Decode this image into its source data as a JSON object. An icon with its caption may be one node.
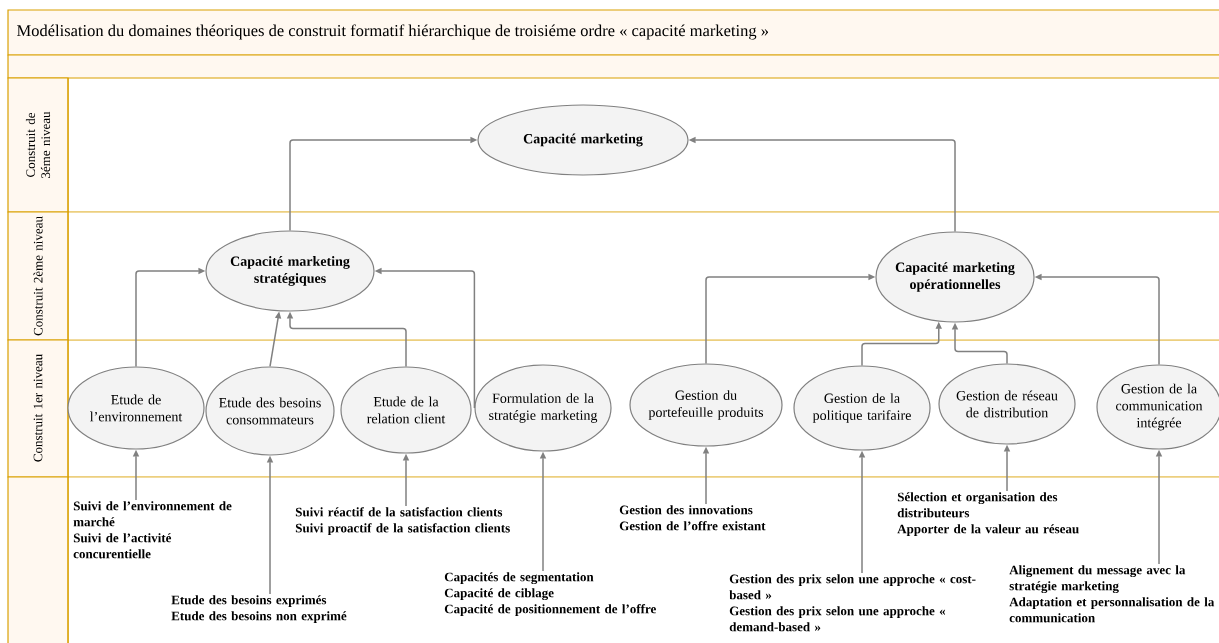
{
  "diagram": {
    "title": "Modélisation du domaines théoriques de construit formatif hiérarchique de troisiéme ordre « capacité marketing »",
    "nodes": [
      {
        "text": [
          "Capacité marketing"
        ]
      },
      {
        "text": [
          "Capacité marketing stratégiques"
        ]
      },
      {
        "text": [
          "Capacité marketing opérationnelles"
        ]
      },
      {
        "text": [
          "Etude de l’environnement"
        ]
      },
      {
        "text": [
          "Etude des besoins consommateurs"
        ]
      },
      {
        "text": [
          "Etude de la relation client"
        ]
      },
      {
        "text": [
          "Formulation de la stratégie marketing"
        ]
      },
      {
        "text": [
          "Gestion du portefeuille produits"
        ]
      },
      {
        "text": [
          "Gestion de la politique tarifaire"
        ]
      },
      {
        "text": [
          "Gestion de réseau de distribution"
        ]
      },
      {
        "text": [
          "Gestion de la communication intégrée"
        ]
      },
      {
        "text": [
          "Suivi de l’environnement de marché",
          "Suivi de l’activité concurentielle"
        ]
      },
      {
        "text": [
          "Etude des besoins exprimés",
          "Etude des besoins non exprimé"
        ]
      },
      {
        "text": [
          "Suivi réactif de la satisfaction clients",
          "Suivi proactif de la satisfaction clients"
        ]
      },
      {
        "text": [
          "Capacités de segmentation",
          "Capacité de ciblage",
          "Capacité de positionnement de l’offre"
        ]
      },
      {
        "text": [
          "Gestion des innovations",
          "Gestion de l’offre existant"
        ]
      },
      {
        "text": [
          "Gestion des prix selon une approche « cost-based »",
          "Gestion des prix selon une approche « demand-based »"
        ]
      },
      {
        "text": [
          "Sélection et organisation des distributeurs",
          "Apporter de la valeur au réseau"
        ]
      },
      {
        "text": [
          "Alignement du message avec la stratégie marketing",
          "Adaptation et personnalisation de la communication"
        ]
      }
    ],
    "edges": [
      {
        "from": 1,
        "to": 0,
        "arrow": "to"
      },
      {
        "from": 2,
        "to": 0,
        "arrow": "to"
      },
      {
        "from": 3,
        "to": 1,
        "arrow": "to"
      },
      {
        "from": 4,
        "to": 1,
        "arrow": "to"
      },
      {
        "from": 5,
        "to": 1,
        "arrow": "to"
      },
      {
        "from": 6,
        "to": 1,
        "arrow": "to"
      },
      {
        "from": 7,
        "to": 2,
        "arrow": "to"
      },
      {
        "from": 8,
        "to": 2,
        "arrow": "to"
      },
      {
        "from": 9,
        "to": 2,
        "arrow": "to"
      },
      {
        "from": 10,
        "to": 2,
        "arrow": "to"
      },
      {
        "from": 11,
        "to": 3,
        "arrow": "to"
      },
      {
        "from": 12,
        "to": 4,
        "arrow": "to"
      },
      {
        "from": 13,
        "to": 5,
        "arrow": "to"
      },
      {
        "from": 14,
        "to": 6,
        "arrow": "to"
      },
      {
        "from": 15,
        "to": 7,
        "arrow": "to"
      },
      {
        "from": 16,
        "to": 8,
        "arrow": "to"
      },
      {
        "from": 17,
        "to": 9,
        "arrow": "to"
      },
      {
        "from": 18,
        "to": 10,
        "arrow": "to"
      }
    ],
    "labels": [
      "Construit de 3éme niveau",
      "Construit 2ème niveau",
      "Construit 1er niveau"
    ]
  }
}
